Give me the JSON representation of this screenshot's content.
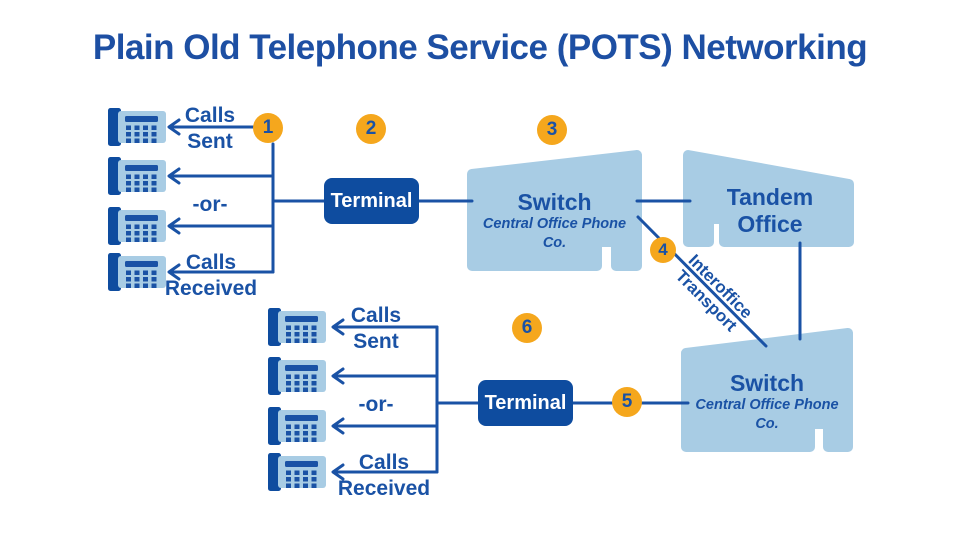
{
  "title": "Plain Old Telephone Service (POTS) Networking",
  "colors": {
    "dark_blue": "#1A52A5",
    "terminal_blue": "#0E4C9F",
    "light_blue": "#A8CCE4",
    "orange": "#F5A71D",
    "background": "#FFFFFF"
  },
  "markers": [
    "1",
    "2",
    "3",
    "4",
    "5",
    "6"
  ],
  "top_group": {
    "calls_sent": "Calls Sent",
    "or_label": "-or-",
    "calls_received": "Calls Received",
    "terminal_label": "Terminal"
  },
  "bottom_group": {
    "calls_sent": "Calls Sent",
    "or_label": "-or-",
    "calls_received": "Calls Received",
    "terminal_label": "Terminal"
  },
  "offices": {
    "switch_top": {
      "name": "Switch",
      "subtitle": "Central Office Phone Co."
    },
    "tandem_office": {
      "name": "Tandem Office"
    },
    "switch_bottom": {
      "name": "Switch",
      "subtitle": "Central Office Phone Co."
    }
  },
  "connections": {
    "interoffice_transport": "Interoffice Transport"
  },
  "icons": {
    "phone": "telephone-icon"
  }
}
